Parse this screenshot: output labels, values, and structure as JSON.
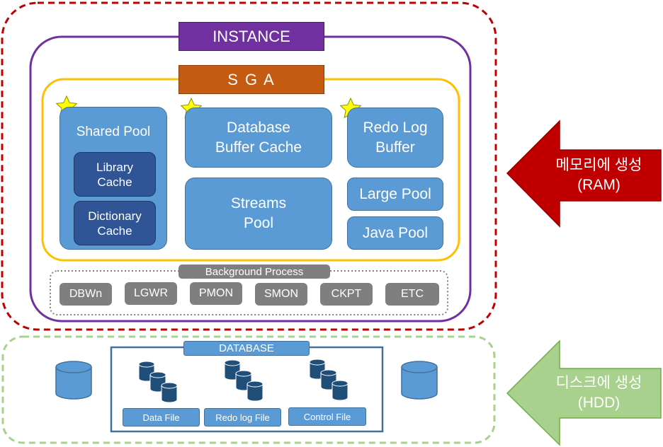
{
  "instance": {
    "title": "INSTANCE"
  },
  "sga": {
    "title": "S G A",
    "shared_pool": {
      "label": "Shared Pool",
      "library_cache": "Library\nCache",
      "dictionary_cache": "Dictionary\nCache"
    },
    "database_buffer_cache": "Database\nBuffer Cache",
    "redo_log_buffer": "Redo Log\nBuffer",
    "streams_pool": "Streams\nPool",
    "large_pool": "Large Pool",
    "java_pool": "Java Pool"
  },
  "background_process": {
    "title": "Background Process",
    "items": [
      "DBWn",
      "LGWR",
      "PMON",
      "SMON",
      "CKPT",
      "ETC"
    ]
  },
  "database": {
    "title": "DATABASE",
    "files": [
      "Data File",
      "Redo log File",
      "Control File"
    ]
  },
  "arrows": {
    "ram": "메모리에 생성\n(RAM)",
    "hdd": "디스크에 생성\n(HDD)"
  },
  "colors": {
    "ram_border": "#c00000",
    "hdd_border": "#a9d18e",
    "instance": "#7030a0",
    "sga_title": "#c55a11",
    "sga_border": "#ffc000",
    "pool_blue": "#5b9bd5",
    "cache_navy": "#2f5597",
    "process_gray": "#7f7f7f",
    "star": "#ffff00",
    "ram_arrow": "#c00000",
    "hdd_arrow": "#a9d18e"
  }
}
